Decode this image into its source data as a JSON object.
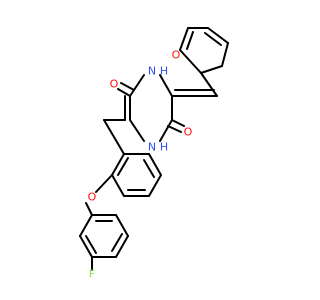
{
  "molecule": {
    "atoms": {
      "furan_o": "O",
      "nh_upper": "N",
      "nh_upper_h": "H",
      "nh_lower": "N",
      "nh_lower_h": "H",
      "carbonyl_o_left": "O",
      "carbonyl_o_right": "O",
      "ether_o": "O",
      "fluorine": "F"
    }
  },
  "colors": {
    "bond": "#000000",
    "oxygen": "#ff0d0d",
    "nitrogen": "#3050f8",
    "fluorine": "#90e050"
  }
}
